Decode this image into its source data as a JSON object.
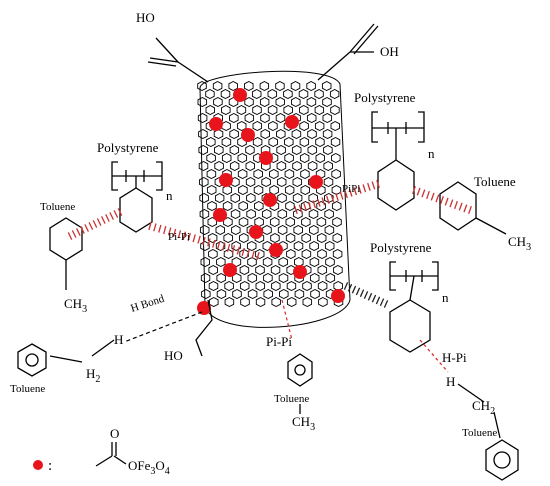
{
  "labels": {
    "ho_top": "HO",
    "oh_top": "OH",
    "ho_bottom": "HO",
    "polystyrene_left": "Polystyrene",
    "polystyrene_right_top": "Polystyrene",
    "polystyrene_right_bottom": "Polystyrene",
    "n_left": "n",
    "n_right_top": "n",
    "n_right_bottom": "n",
    "toluene_left": "Toluene",
    "toluene_right": "Toluene",
    "toluene_bottom_left": "Toluene",
    "toluene_bottom_mid": "Toluene",
    "toluene_bottom_right": "Toluene",
    "ch3_left": "CH",
    "ch3_left_sub": "3",
    "ch3_right": "CH",
    "ch3_right_sub": "3",
    "ch3_mid": "CH",
    "ch3_mid_sub": "3",
    "h2_left": "H",
    "h2_left_sub": "2",
    "ch2_right": "CH",
    "ch2_right_sub": "2",
    "h_left": "H",
    "h_right": "H",
    "pipi_left": "Pi-Pi",
    "pipi_right": "PiPi",
    "pipi_bottom": "Pi-Pi",
    "h_bond": "H Bond",
    "h_pi": "H-Pi",
    "o_legend": "O",
    "ofe3o4": "OFe",
    "ofe3o4_sub1": "3",
    "ofe3o4_o": "O",
    "ofe3o4_sub2": "4",
    "legend_colon": ":"
  },
  "colors": {
    "fe3o4_dot": "#e8141c",
    "interaction": "#cc3030"
  }
}
